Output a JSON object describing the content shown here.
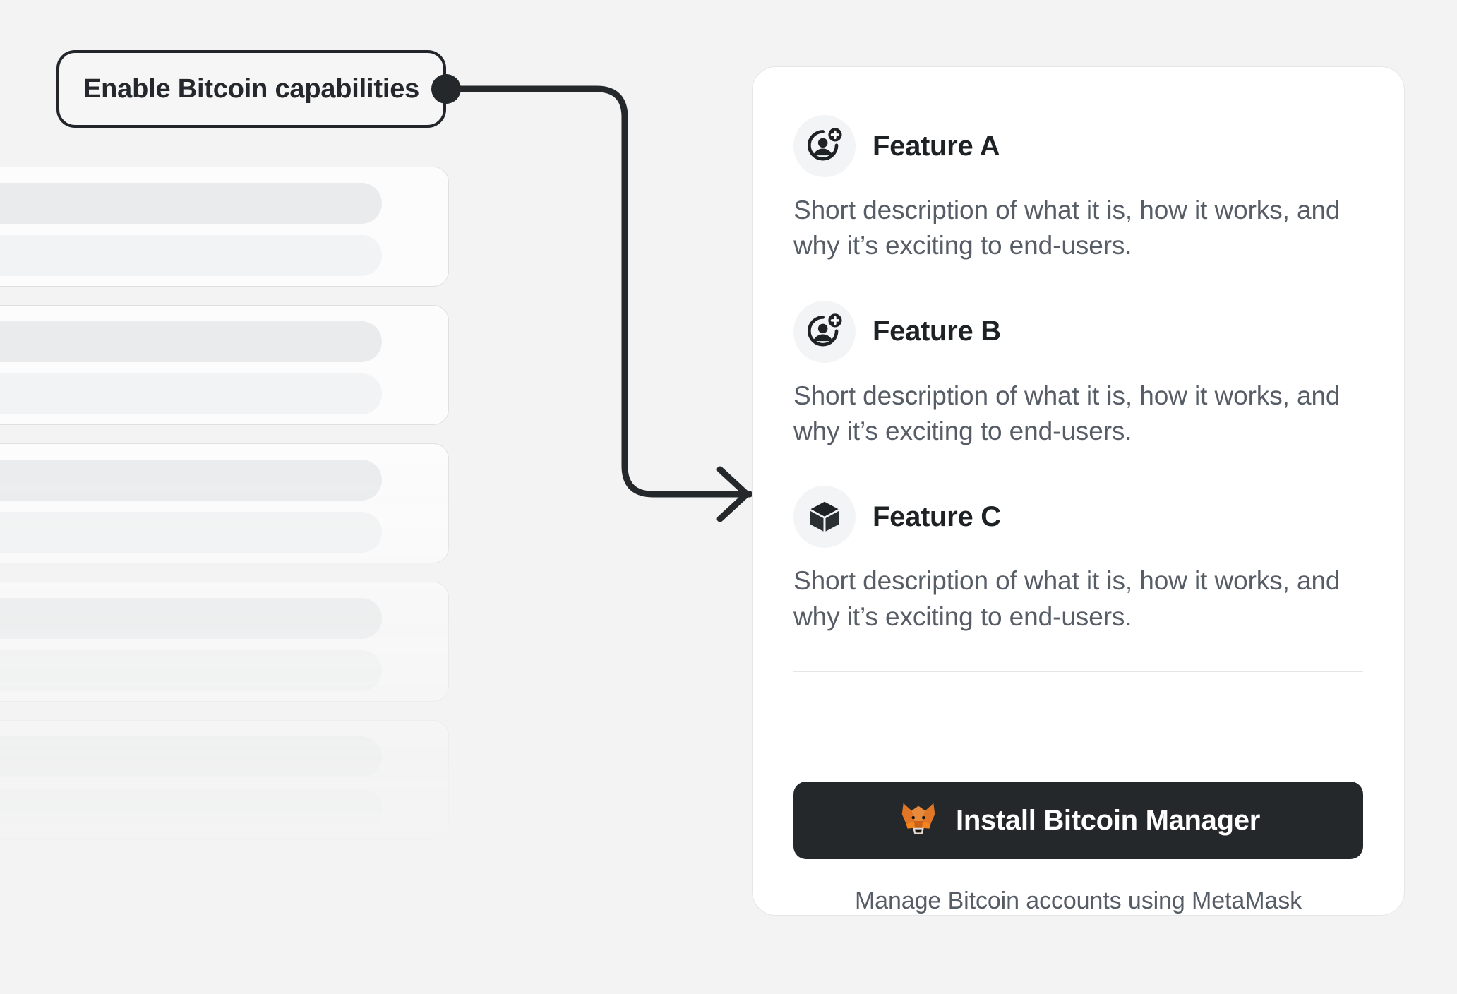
{
  "annotation": {
    "label": "Enable Bitcoin capabilities",
    "connector_icon": "arrow-connector"
  },
  "skeleton": {
    "card_count": 5,
    "placeholder_icon": "skeleton-placeholder"
  },
  "card": {
    "features": [
      {
        "title": "Feature A",
        "description": "Short description of what it is, how it works, and why it’s exciting to end-users.",
        "icon": "user-plus-icon"
      },
      {
        "title": "Feature B",
        "description": "Short description of what it is, how it works, and why it’s exciting to end-users.",
        "icon": "user-plus-icon"
      },
      {
        "title": "Feature C",
        "description": "Short description of what it is, how it works, and why it’s exciting to end-users.",
        "icon": "cube-icon"
      }
    ],
    "footer": {
      "install_label": "Install Bitcoin Manager",
      "install_icon": "metamask-fox-icon",
      "caption": "Manage Bitcoin accounts using MetaMask"
    }
  },
  "colors": {
    "page_background": "#F2F3F2",
    "card_background": "#FFFFFF",
    "card_border": "#E4E6E8",
    "heading": "#1E2225",
    "body_text": "#565D66",
    "button_background": "#24282B",
    "button_text": "#FFFFFF",
    "icon_circle": "#F2F4F6",
    "connector": "#24282B",
    "fox_orange": "#E88A3C",
    "fox_dark_orange": "#CD6116",
    "fox_brown": "#763D16",
    "fox_cream": "#E4DAD0"
  }
}
